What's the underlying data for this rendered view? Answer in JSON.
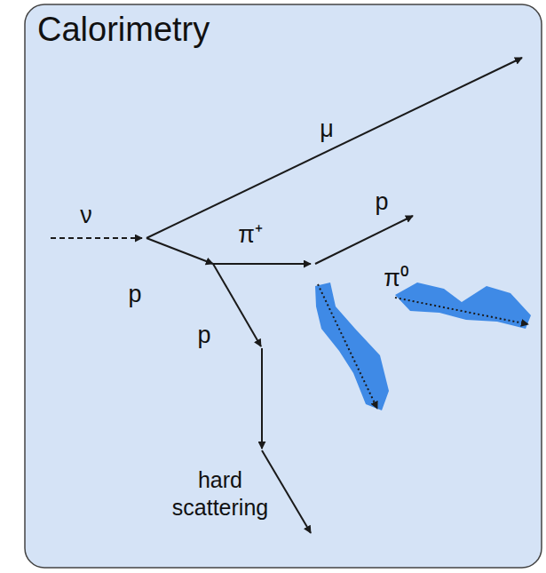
{
  "diagram": {
    "title": "Calorimetry",
    "labels": [
      "μ",
      "ν",
      "π⁺",
      "p",
      "p",
      "p",
      "π⁰",
      "hard scattering"
    ]
  }
}
